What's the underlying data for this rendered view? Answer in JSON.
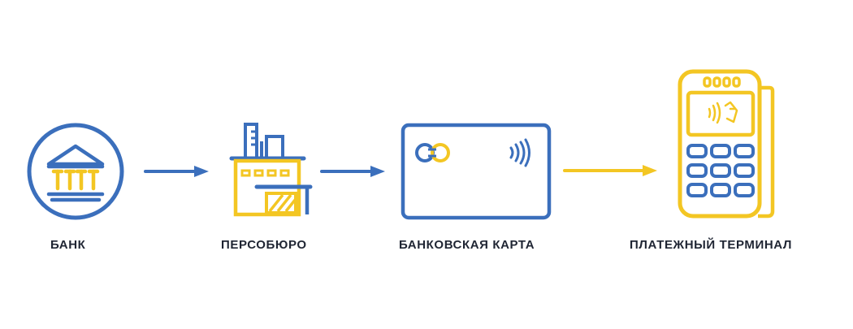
{
  "colors": {
    "blue": "#3b6fbc",
    "yellow": "#f3c623",
    "text": "#1f2533"
  },
  "steps": [
    {
      "label": "БАНК",
      "icon": "bank-icon"
    },
    {
      "label": "ПЕРСОБЮРО",
      "icon": "personalization-office-icon"
    },
    {
      "label": "БАНКОВСКАЯ КАРТА",
      "icon": "bank-card-icon"
    },
    {
      "label": "ПЛАТЕЖНЫЙ ТЕРМИНАЛ",
      "icon": "payment-terminal-icon"
    }
  ],
  "arrows": [
    {
      "from": "БАНК",
      "to": "ПЕРСОБЮРО",
      "color": "blue"
    },
    {
      "from": "ПЕРСОБЮРО",
      "to": "БАНКОВСКАЯ КАРТА",
      "color": "blue"
    },
    {
      "from": "БАНКОВСКАЯ КАРТА",
      "to": "ПЛАТЕЖНЫЙ ТЕРМИНАЛ",
      "color": "yellow"
    }
  ]
}
